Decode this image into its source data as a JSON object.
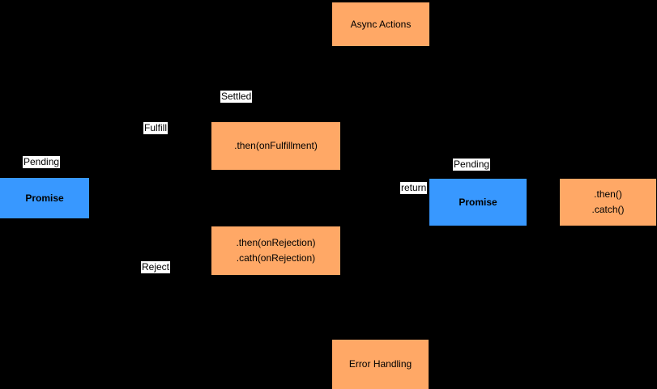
{
  "diagram": {
    "background": "#000000",
    "colors": {
      "node_orange": "#FFA866",
      "node_blue": "#3898FF",
      "label_background": "#FFFFFF",
      "text": "#000000"
    },
    "nodes": {
      "async_actions": {
        "label": "Async Actions"
      },
      "promise_left": {
        "label": "Promise"
      },
      "then_fulfillment": {
        "label": ".then(onFulfillment)"
      },
      "then_rejection": {
        "line1": ".then(onRejection)",
        "line2": ".cath(onRejection)"
      },
      "promise_right": {
        "label": "Promise"
      },
      "then_catch": {
        "line1": ".then()",
        "line2": ".catch()"
      },
      "error_handling": {
        "label": "Error Handling"
      }
    },
    "edge_labels": {
      "pending_left": "Pending",
      "settled": "Settled",
      "fulfill": "Fulfill",
      "reject": "Reject",
      "return": "return",
      "pending_right": "Pending"
    }
  }
}
